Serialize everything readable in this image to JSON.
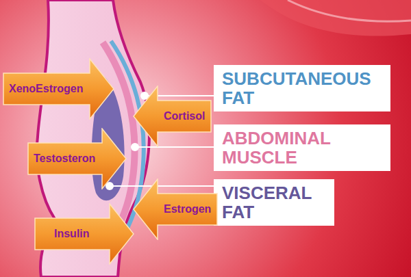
{
  "diagram": {
    "nodes": [
      {
        "text": [
          "XenoEstrogen"
        ]
      },
      {
        "text": [
          "SUBCUTANEOUS FAT"
        ]
      },
      {
        "text": [
          "Cortisol"
        ]
      },
      {
        "text": [
          "Testosteron"
        ]
      },
      {
        "text": [
          "ABDOMINAL MUSCLE"
        ]
      },
      {
        "text": [
          "VISCERAL FAT"
        ]
      },
      {
        "text": [
          "Estrogen"
        ]
      },
      {
        "text": [
          "Insulin"
        ]
      }
    ]
  }
}
